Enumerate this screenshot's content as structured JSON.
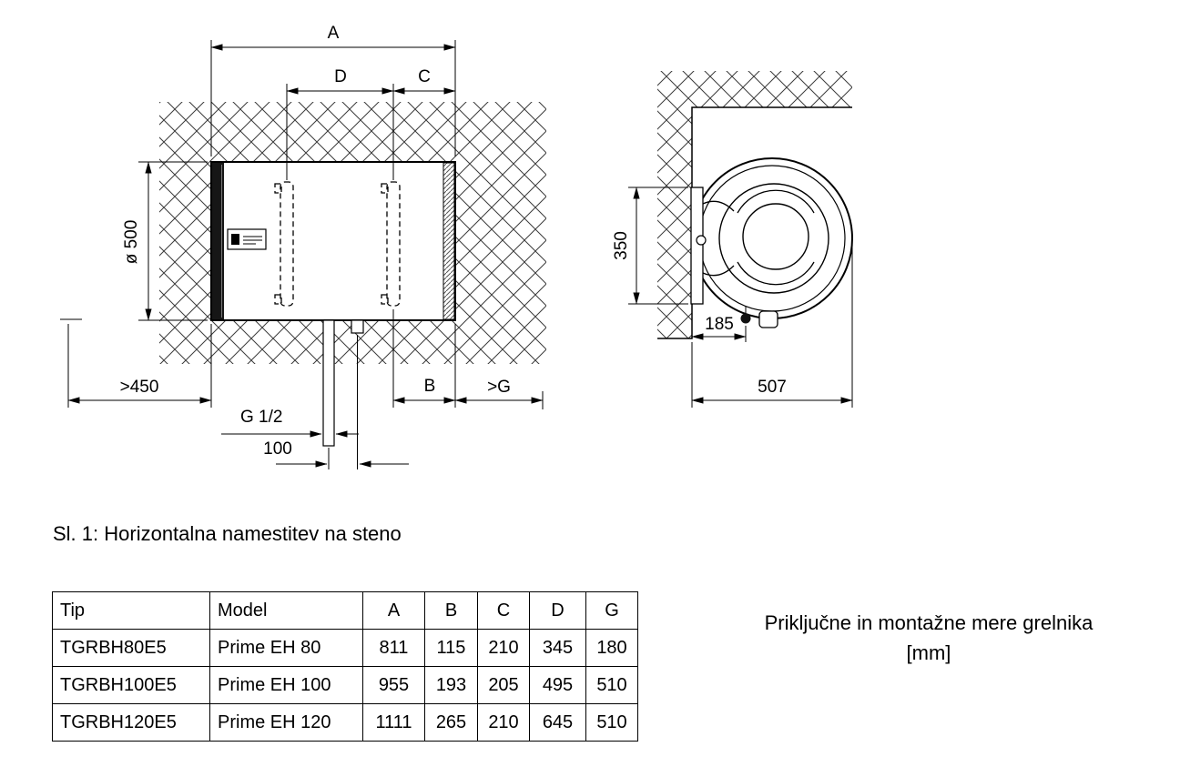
{
  "caption": "Sl. 1: Horizontalna namestitev na steno",
  "note": {
    "line1": "Priključne in montažne mere grelnika",
    "line2": "[mm]"
  },
  "diagram": {
    "front": {
      "dim_a": "A",
      "dim_d": "D",
      "dim_c": "C",
      "dim_b": "B",
      "dim_g_min": ">G",
      "dim_left_clearance": ">450",
      "dim_thread": "G 1/2",
      "dim_pipe_offset": "100",
      "dim_diameter": "ø 500"
    },
    "side": {
      "dim_height": "350",
      "dim_drain_offset": "185",
      "dim_depth": "507"
    }
  },
  "table": {
    "headers": [
      "Tip",
      "Model",
      "A",
      "B",
      "C",
      "D",
      "G"
    ],
    "rows": [
      [
        "TGRBH80E5",
        "Prime EH 80",
        "811",
        "115",
        "210",
        "345",
        "180"
      ],
      [
        "TGRBH100E5",
        "Prime EH 100",
        "955",
        "193",
        "205",
        "495",
        "510"
      ],
      [
        "TGRBH120E5",
        "Prime EH 120",
        "1111",
        "265",
        "210",
        "645",
        "510"
      ]
    ]
  }
}
